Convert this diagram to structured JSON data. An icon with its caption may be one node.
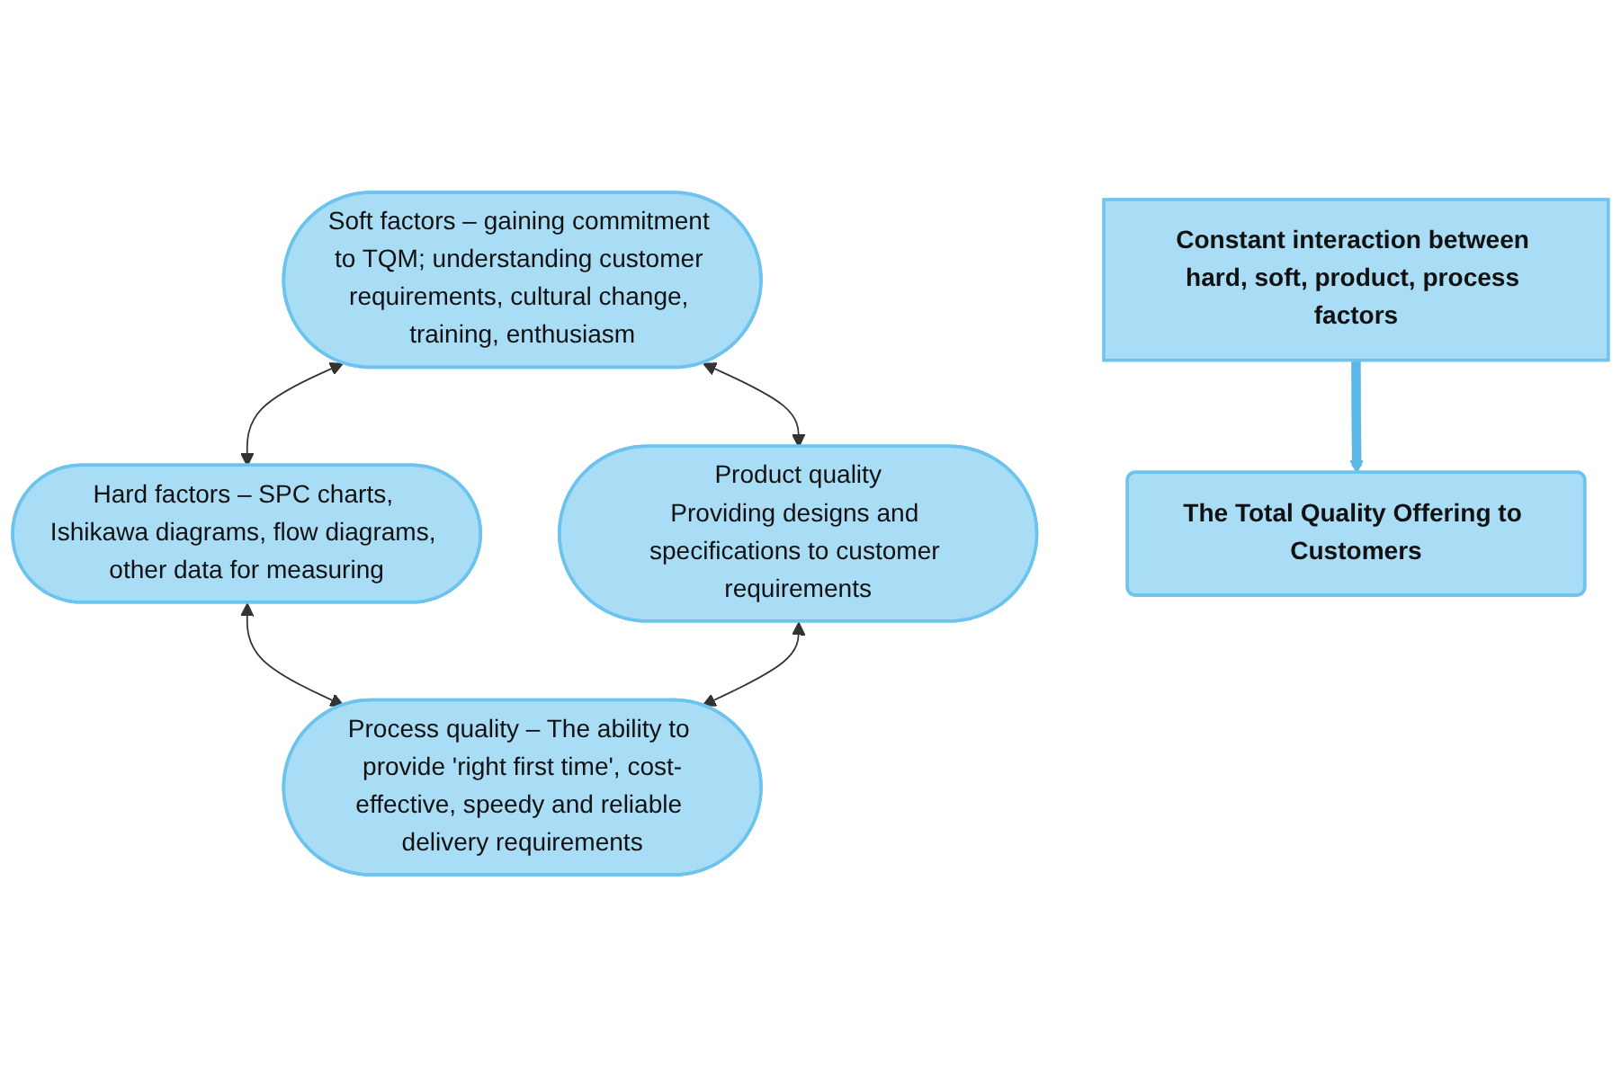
{
  "diagram": {
    "nodes": [
      {
        "text": [
          "Soft factors – gaining commitment to TQM; understanding customer requirements, cultural change, training, enthusiasm"
        ]
      },
      {
        "text": [
          "Hard factors – SPC charts, Ishikawa diagrams, flow diagrams, other data for measuring"
        ]
      },
      {
        "text": [
          "Constant interaction between hard, soft, product, process factors"
        ]
      },
      {
        "text": [
          "Product quality",
          "Providing designs and specifications to customer requirements"
        ]
      },
      {
        "text": [
          "Process quality – The ability to provide 'right first time', cost-effective, speedy and reliable delivery requirements"
        ]
      },
      {
        "text": [
          "The Total Quality Offering to Customers"
        ]
      }
    ],
    "edges": [
      {
        "from": 0,
        "to": 1,
        "arrow": "both"
      },
      {
        "from": 0,
        "to": 3,
        "arrow": "both"
      },
      {
        "from": 1,
        "to": 4,
        "arrow": "both"
      },
      {
        "from": 3,
        "to": 4,
        "arrow": "both"
      },
      {
        "from": 2,
        "to": 5,
        "arrow": "to",
        "style": "thick",
        "color": "#5bb8e6"
      }
    ]
  }
}
